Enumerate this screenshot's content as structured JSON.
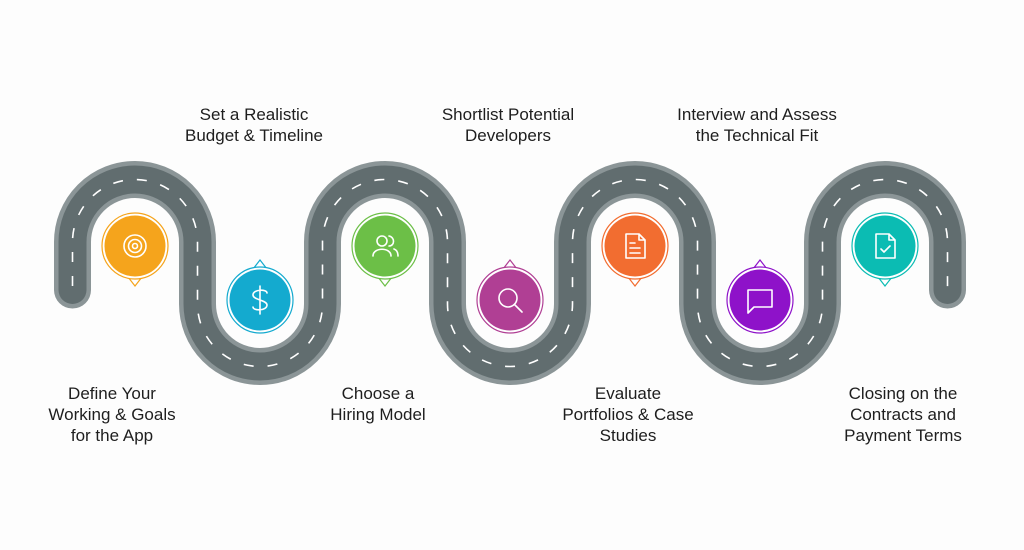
{
  "steps": [
    {
      "lines": [
        "Define Your",
        "Working & Goals",
        "for the App"
      ],
      "icon": "target-icon",
      "color": "#f5a41c",
      "position": "bottom"
    },
    {
      "lines": [
        "Set a Realistic",
        "Budget & Timeline"
      ],
      "icon": "dollar-icon",
      "color": "#14aacf",
      "position": "top"
    },
    {
      "lines": [
        "Choose a",
        "Hiring Model"
      ],
      "icon": "users-icon",
      "color": "#6cbf47",
      "position": "bottom"
    },
    {
      "lines": [
        "Shortlist Potential",
        "Developers"
      ],
      "icon": "search-icon",
      "color": "#b03f94",
      "position": "top"
    },
    {
      "lines": [
        "Evaluate",
        "Portfolios & Case",
        "Studies"
      ],
      "icon": "document-icon",
      "color": "#f26d30",
      "position": "bottom"
    },
    {
      "lines": [
        "Interview and Assess",
        "the Technical Fit"
      ],
      "icon": "chat-icon",
      "color": "#8e12c9",
      "position": "top"
    },
    {
      "lines": [
        "Closing on the",
        "Contracts and",
        "Payment Terms"
      ],
      "icon": "document-check-icon",
      "color": "#0bbcb3",
      "position": "bottom"
    }
  ],
  "road": {
    "edge_color": "#8b9597",
    "surface_color": "#616d6f",
    "marking_color": "#ffffff"
  }
}
